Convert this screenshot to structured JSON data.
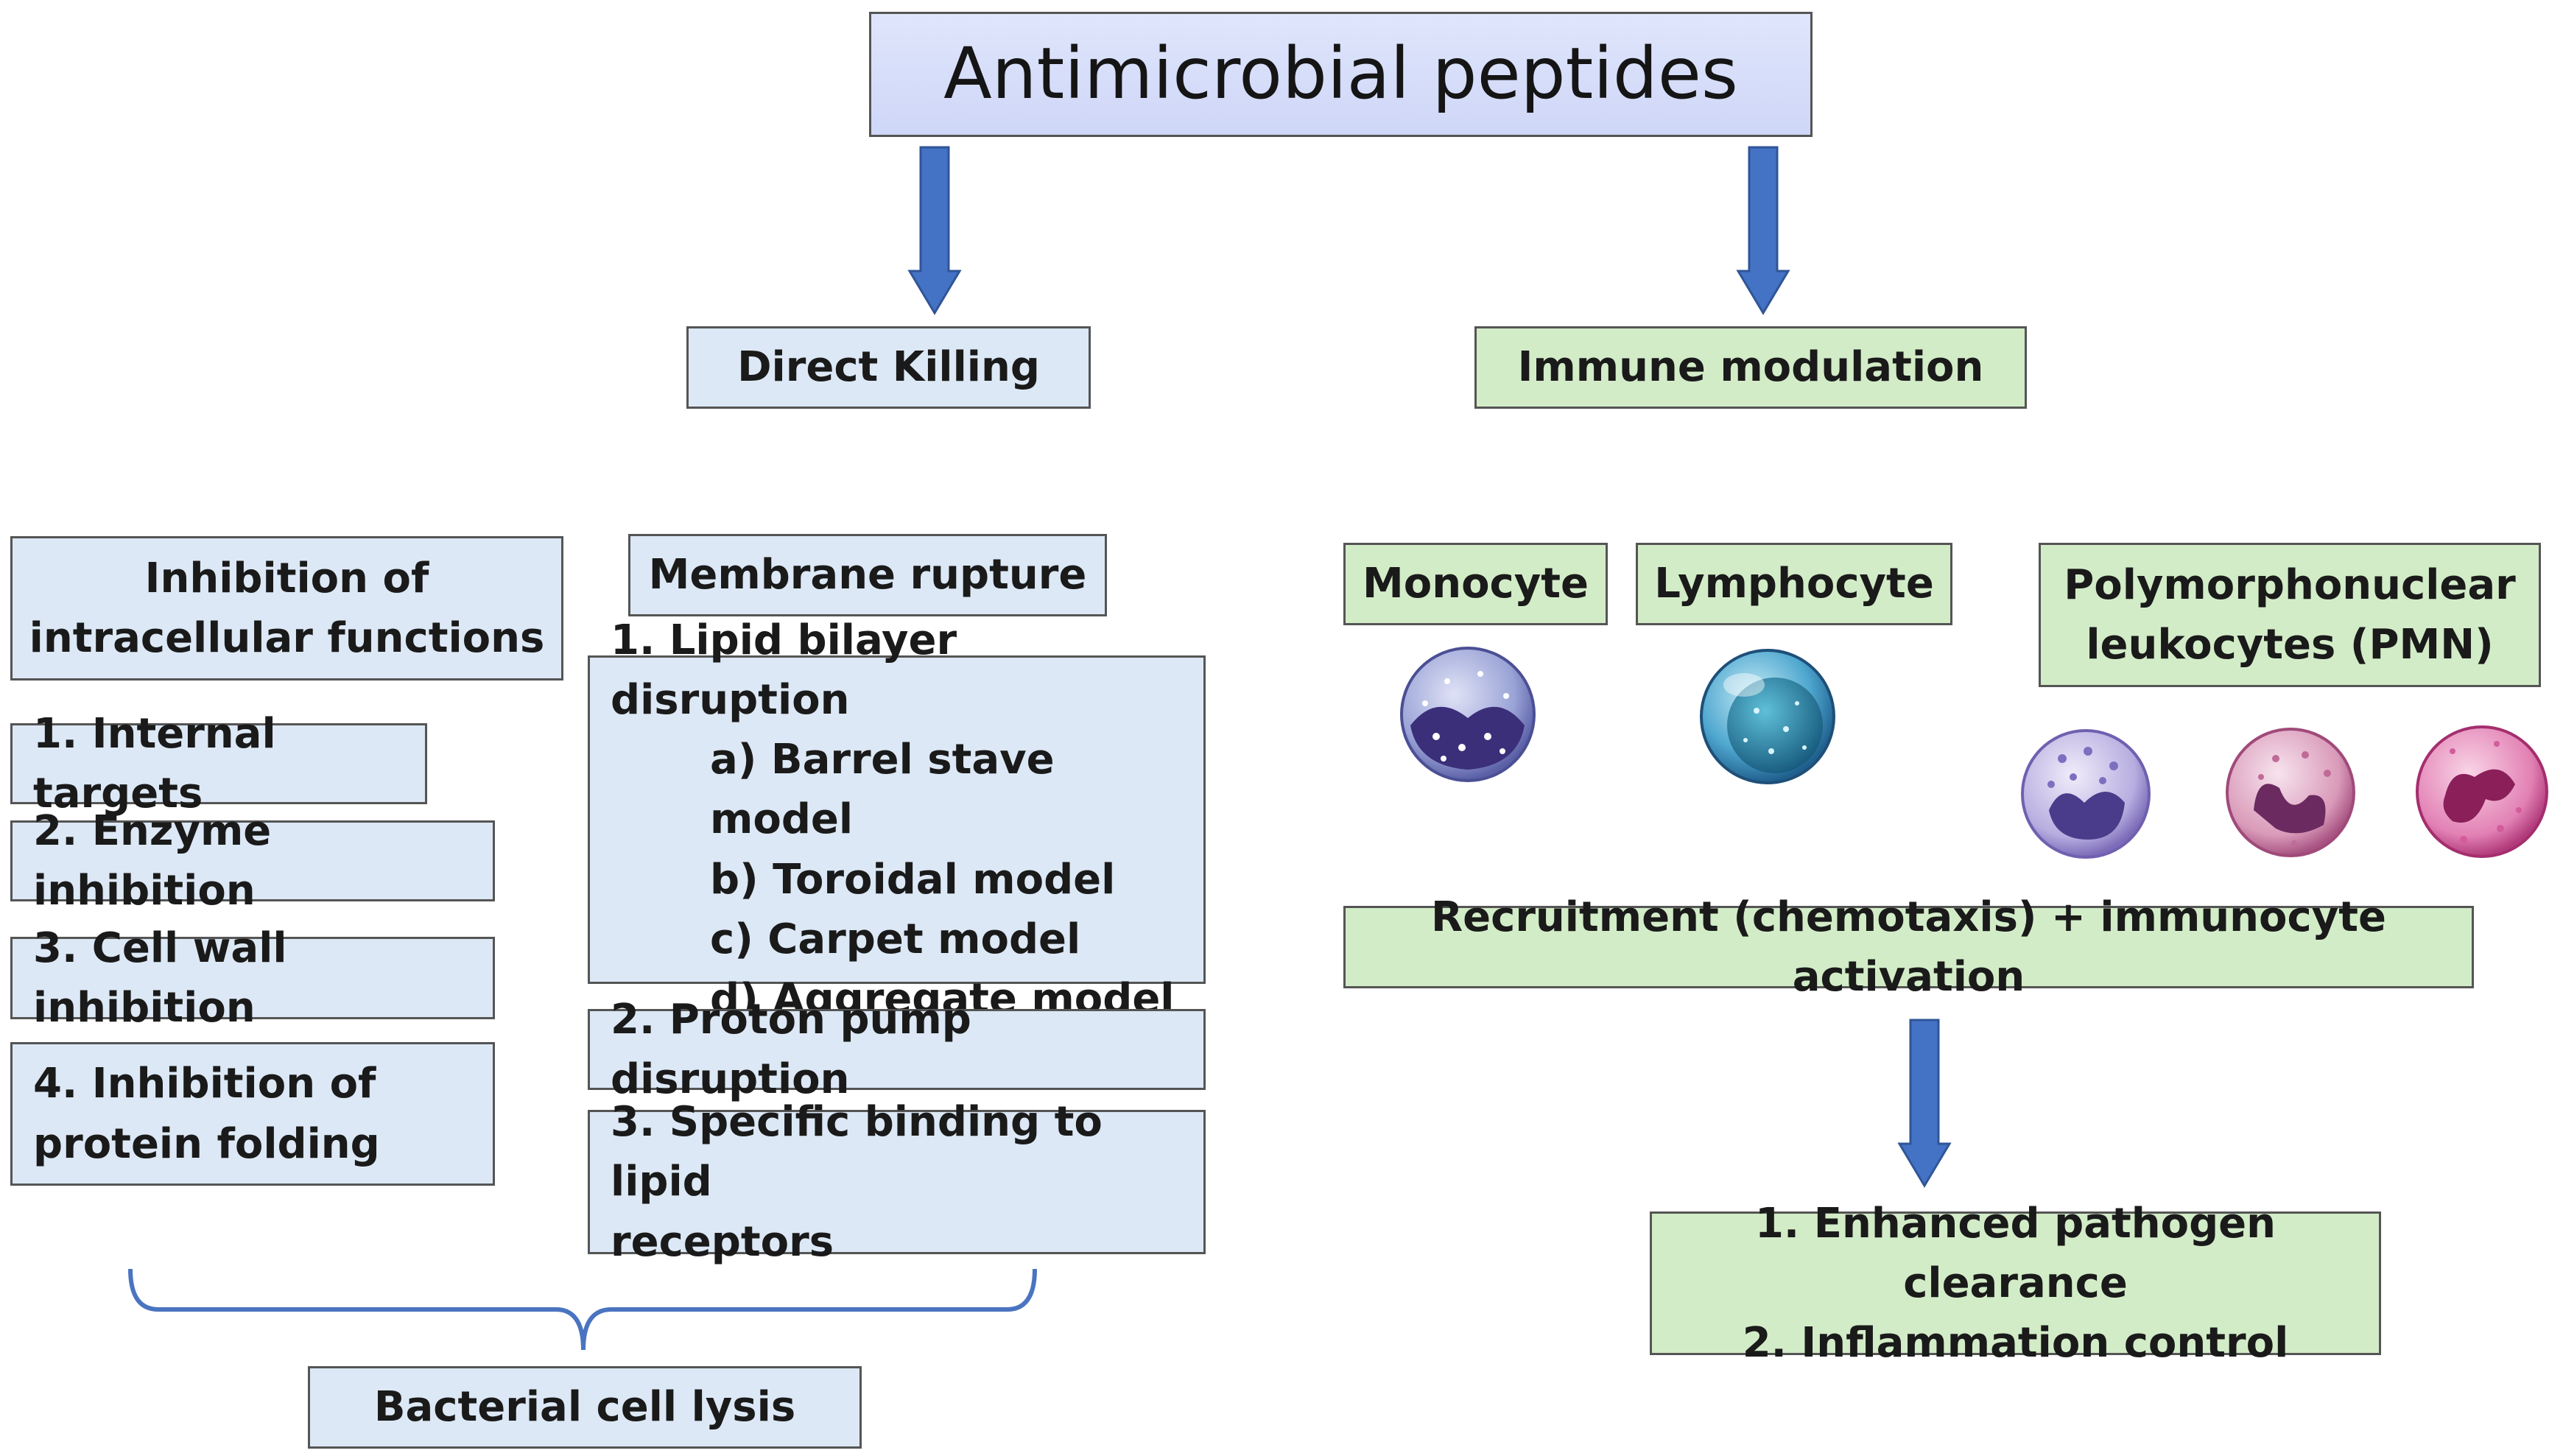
{
  "title": "Antimicrobial peptides",
  "branches": {
    "direct_killing": "Direct Killing",
    "immune_modulation": "Immune modulation"
  },
  "direct": {
    "intracellular_header": [
      "Inhibition of",
      "intracellular functions"
    ],
    "intracellular_items": [
      [
        "1. Internal targets"
      ],
      [
        "2. Enzyme inhibition"
      ],
      [
        "3. Cell wall inhibition"
      ],
      [
        "4. Inhibition of",
        "protein folding"
      ]
    ],
    "membrane_header": "Membrane rupture",
    "lipid_bilayer": {
      "label": "1. Lipid bilayer disruption",
      "models": [
        "a) Barrel stave model",
        "b) Toroidal model",
        "c) Carpet model",
        "d) Aggregate model"
      ]
    },
    "proton_pump": "2. Proton pump disruption",
    "specific_binding": [
      "3. Specific binding to lipid",
      "receptors"
    ],
    "outcome": "Bacterial cell lysis"
  },
  "immune": {
    "cells": [
      "Monocyte",
      "Lymphocyte"
    ],
    "pmn": [
      "Polymorphonuclear",
      "leukocytes (PMN)"
    ],
    "recruitment": "Recruitment (chemotaxis) + immunocyte activation",
    "outcomes": [
      "1. Enhanced pathogen clearance",
      "2. Inflammation control"
    ]
  },
  "colors": {
    "blue_box": "#dce8f5",
    "green_box": "#d3ecc8",
    "arrow": "#4472c4",
    "brace": "#4a74c0"
  }
}
